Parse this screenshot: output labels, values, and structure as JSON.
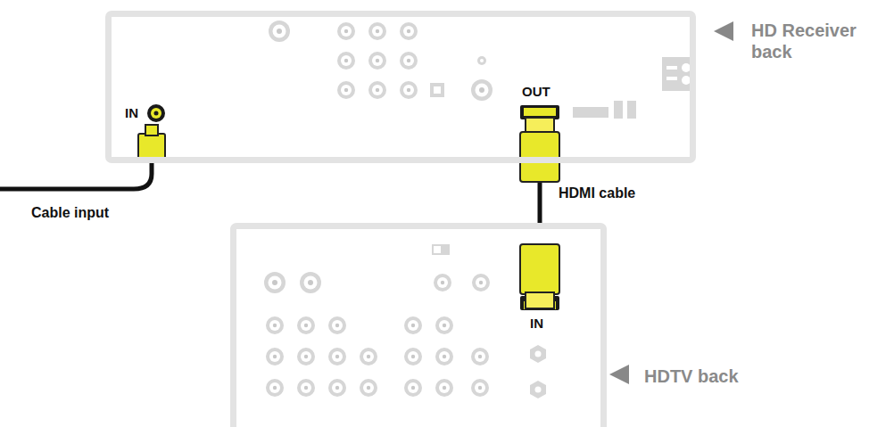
{
  "diagram": {
    "nodes": [
      {
        "text": [
          "HD Receiver back",
          "IN",
          "OUT"
        ]
      },
      {
        "text": [
          "HDTV back",
          "IN"
        ]
      }
    ],
    "edges": [
      {
        "from": 0,
        "to": 1,
        "arrow": "none",
        "label": "HDMI cable"
      }
    ],
    "labels": [
      "Cable input"
    ]
  }
}
